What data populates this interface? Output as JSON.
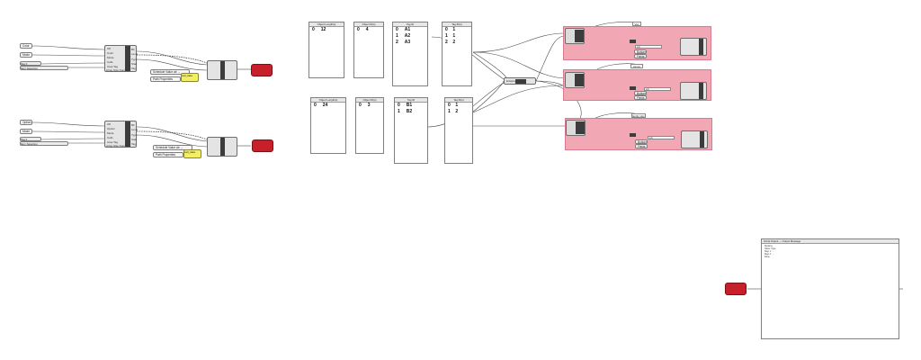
{
  "left_groups": [
    {
      "inputs": [
        "Color",
        "Mode",
        "Tag ≡ ",
        "Item Selection"
      ],
      "gate_ports_in": [
        "Off",
        "Color",
        "Mode",
        "Cells",
        "Area Tag",
        "Array Size Number"
      ],
      "gate_ports_out": [
        "Bit",
        "Level",
        "Type",
        "Start",
        "Tag"
      ],
      "query_label": "Schedule Value",
      "query_value": "ab →",
      "path_label": "Path",
      "path_value": "Properties",
      "yellow_value": "cell_data"
    },
    {
      "inputs": [
        "Option",
        "Mode",
        "Tag ≡ ",
        "Item Selection"
      ],
      "gate_ports_in": [
        "Off",
        "Option",
        "Mode",
        "Cells",
        "Area Tag",
        "Array Size Number"
      ],
      "gate_ports_out": [
        "Bit",
        "Level",
        "Type",
        "Start",
        "Tag"
      ],
      "query_label": "Schedule Value",
      "query_value": "ab →",
      "path_label": "Path",
      "path_value": "Properties",
      "yellow_value": "cell_data"
    }
  ],
  "panels_top": [
    {
      "title": "Object Length(s)",
      "rows": [
        [
          "0",
          "12"
        ]
      ]
    },
    {
      "title": "Object ID(s)",
      "rows": [
        [
          "0",
          "4"
        ]
      ]
    },
    {
      "title": "Tag ID",
      "rows": [
        [
          "0",
          "A1"
        ],
        [
          "1",
          "A2"
        ],
        [
          "2",
          "A3"
        ]
      ]
    },
    {
      "title": "Tag ID(s)",
      "rows": [
        [
          "0",
          "1"
        ],
        [
          "1",
          "1"
        ],
        [
          "2",
          "2"
        ]
      ]
    }
  ],
  "panels_bottom": [
    {
      "title": "Object Length(s)",
      "rows": [
        [
          "0",
          "24"
        ]
      ]
    },
    {
      "title": "Object ID(s)",
      "rows": [
        [
          "0",
          "3"
        ]
      ]
    },
    {
      "title": "Tag ID",
      "rows": [
        [
          "0",
          "B1"
        ],
        [
          "1",
          "B2"
        ]
      ]
    },
    {
      "title": "Tag ID(s)",
      "rows": [
        [
          "0",
          "1"
        ],
        [
          "1",
          "2"
        ]
      ]
    }
  ],
  "merge_node_label": "Entwine",
  "pink_groups": [
    {
      "title": "Vec",
      "field_labels": [
        "Buttons",
        "Fields"
      ],
      "field_value": "a b"
    },
    {
      "title": "Vector",
      "field_labels": [
        "Buttons",
        "Fields"
      ],
      "field_value": "a b"
    },
    {
      "title": "Entity Vec",
      "field_labels": [
        "Buttons",
        "Fields"
      ],
      "field_value": "a b"
    }
  ],
  "log_panel": {
    "title": "Script Output — Output Message",
    "lines": [
      "Runtime",
      "  Value: Type",
      "  Step 1: ...",
      "  Step 2: ...",
      "  Done."
    ]
  },
  "colors": {
    "pink": "#f2a7b5",
    "red": "#c8202a",
    "yellow": "#f3ee63",
    "component": "#e4e4e4",
    "wire": "#5a5a5a"
  }
}
